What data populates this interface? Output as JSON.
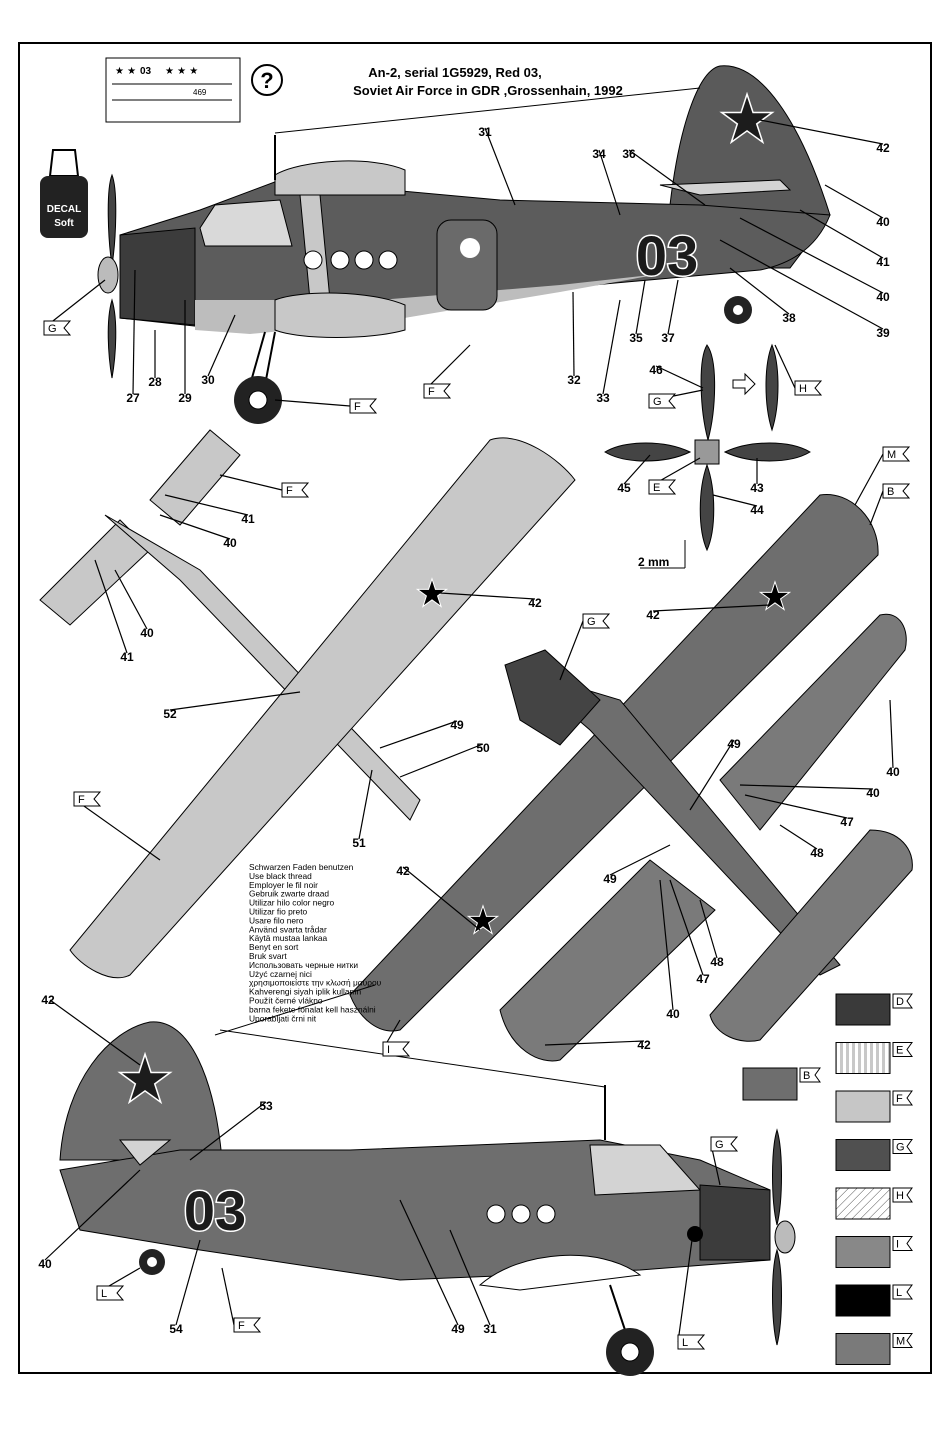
{
  "title": {
    "line1": "An-2, serial 1G5929, Red 03,",
    "line2": "Soviet Air Force in GDR ,Grossenhain, 1992"
  },
  "help_icon": "?",
  "decal_bottle": {
    "line1": "DECAL",
    "line2": "Soft"
  },
  "decal_sheet": {
    "code": "03",
    "num": "469"
  },
  "aircraft_number": "03",
  "scale_label": "2 mm",
  "thread_note": [
    "Schwarzen Faden benutzen",
    "Use black thread",
    "Employer le fil noir",
    "Gebruik zwarte draad",
    "Utilizar hilo color negro",
    "Utilizar fio preto",
    "Usare filo nero",
    "Använd svarta trådar",
    "Käytä mustaa lankaa",
    "Benyt en sort",
    "Bruk svart",
    "Использовать черные нитки",
    "Użyć czarnej nici",
    "χρησιμοποιείστε την κλωσή μαύρου",
    "Kahverengi siyah iplik kullanın",
    "Použít černé vlákno",
    "barna fekete fonalat kell használni",
    "Uporabljati črni nit"
  ],
  "side_view_top": {
    "callouts": [
      "27",
      "28",
      "29",
      "30",
      "31",
      "32",
      "33",
      "34",
      "35",
      "36",
      "37",
      "38",
      "39",
      "40",
      "40",
      "41",
      "42"
    ],
    "color_tags": [
      "G",
      "F",
      "F"
    ]
  },
  "prop_detail": {
    "callouts": [
      "43",
      "44",
      "45",
      "46"
    ],
    "color_tags": [
      "G",
      "E",
      "H"
    ]
  },
  "top_view": {
    "callouts": [
      "40",
      "40",
      "41",
      "41",
      "42",
      "49",
      "50",
      "51",
      "52"
    ],
    "color_tags": [
      "F",
      "F"
    ]
  },
  "bottom_view": {
    "callouts": [
      "40",
      "40",
      "40",
      "42",
      "42",
      "47",
      "47",
      "48",
      "48",
      "49",
      "49"
    ],
    "color_tags": [
      "M",
      "B",
      "G",
      "I"
    ]
  },
  "side_view_bottom": {
    "callouts": [
      "31",
      "40",
      "42",
      "49",
      "53",
      "54"
    ],
    "color_tags": [
      "G",
      "L",
      "L",
      "F"
    ]
  },
  "legend": [
    {
      "code": "D",
      "color": "#3a3a3a",
      "pattern": "solid"
    },
    {
      "code": "E",
      "color": "#d8d8d8",
      "pattern": "vstripes"
    },
    {
      "code": "F",
      "color": "#c6c6c6",
      "pattern": "solid"
    },
    {
      "code": "G",
      "color": "#505050",
      "pattern": "solid"
    },
    {
      "code": "H",
      "color": "#ffffff",
      "pattern": "hatch"
    },
    {
      "code": "I",
      "color": "#888888",
      "pattern": "solid"
    },
    {
      "code": "L",
      "color": "#000000",
      "pattern": "solid"
    },
    {
      "code": "M",
      "color": "#7a7a7a",
      "pattern": "solid"
    }
  ],
  "legend_extra": {
    "code": "B",
    "color": "#6e6e6e"
  }
}
